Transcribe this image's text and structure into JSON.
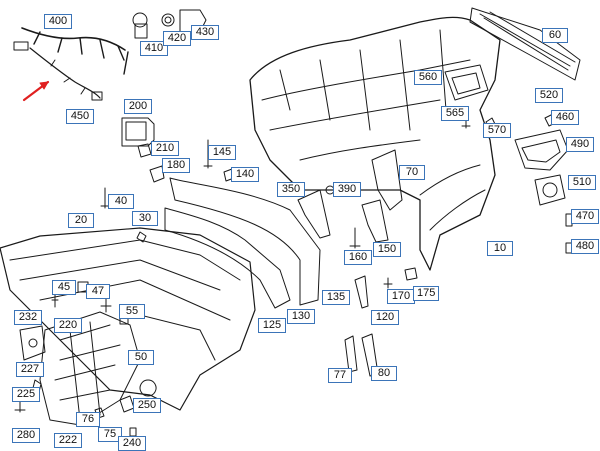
{
  "colors": {
    "callout_border": "#3b74b8",
    "line": "#1a1a1a",
    "arrow": "#e02020"
  },
  "icons": [
    "red-arrow-icon"
  ],
  "callouts": {
    "p10": "10",
    "p20": "20",
    "p30": "30",
    "p40": "40",
    "p45": "45",
    "p47": "47",
    "p50": "50",
    "p55": "55",
    "p60": "60",
    "p70": "70",
    "p75": "75",
    "p76": "76",
    "p77": "77",
    "p80": "80",
    "p120": "120",
    "p125": "125",
    "p130": "130",
    "p135": "135",
    "p140": "140",
    "p145": "145",
    "p150": "150",
    "p160": "160",
    "p170": "170",
    "p175": "175",
    "p180": "180",
    "p200": "200",
    "p210": "210",
    "p220": "220",
    "p222": "222",
    "p225": "225",
    "p227": "227",
    "p232": "232",
    "p240": "240",
    "p250": "250",
    "p280": "280",
    "p350": "350",
    "p390": "390",
    "p400": "400",
    "p410": "410",
    "p420": "420",
    "p430": "430",
    "p450": "450",
    "p460": "460",
    "p470": "470",
    "p480": "480",
    "p490": "490",
    "p510": "510",
    "p520": "520",
    "p560": "560",
    "p565": "565",
    "p570": "570"
  }
}
